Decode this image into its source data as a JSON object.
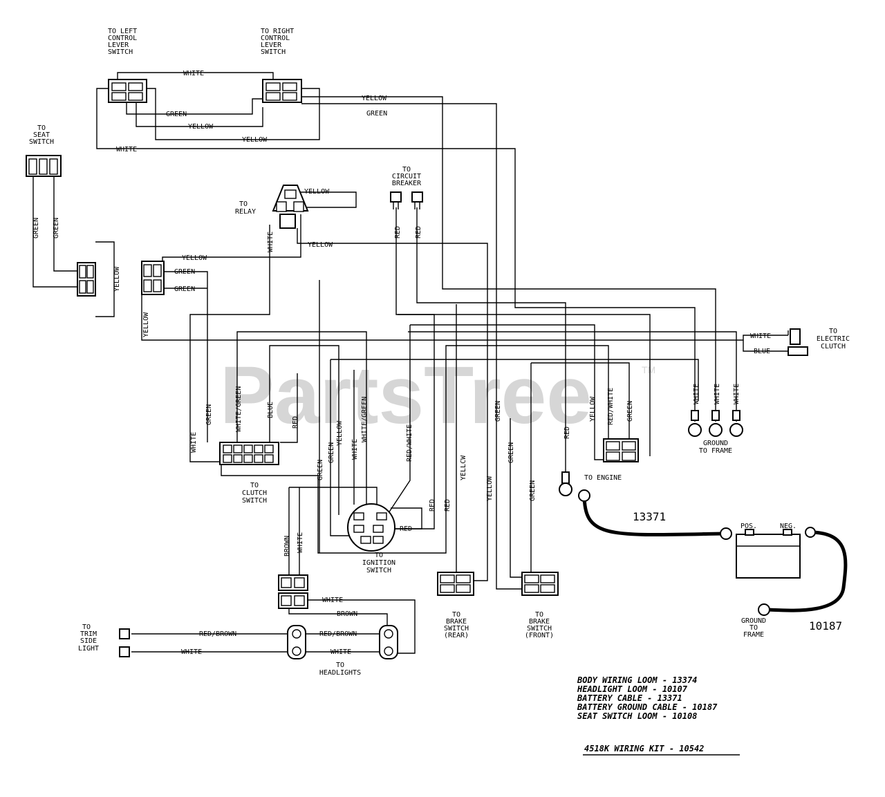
{
  "watermark": {
    "text": "PartsTree",
    "tm": "TM"
  },
  "components": {
    "left_control_lever_switch": [
      "TO LEFT",
      "CONTROL",
      "LEVER",
      "SWITCH"
    ],
    "right_control_lever_switch": [
      "TO RIGHT",
      "CONTROL",
      "LEVER",
      "SWITCH"
    ],
    "seat_switch": [
      "TO",
      "SEAT",
      "SWITCH"
    ],
    "relay": [
      "TO",
      "RELAY"
    ],
    "circuit_breaker": [
      "TO",
      "CIRCUIT",
      "BREAKER"
    ],
    "electric_clutch": [
      "TO",
      "ELECTRIC",
      "CLUTCH"
    ],
    "ground_to_frame": [
      "GROUND",
      "TO FRAME"
    ],
    "engine": "TO ENGINE",
    "clutch_switch": [
      "TO",
      "CLUTCH",
      "SWITCH"
    ],
    "ignition_switch": [
      "TO",
      "IGNITION",
      "SWITCH"
    ],
    "brake_switch_rear": [
      "TO",
      "BRAKE",
      "SWITCH",
      "(REAR)"
    ],
    "brake_switch_front": [
      "TO",
      "BRAKE",
      "SWITCH",
      "(FRONT)"
    ],
    "trim_side_light": [
      "TO",
      "TRIM",
      "SIDE",
      "LIGHT"
    ],
    "headlights": [
      "TO",
      "HEADLIGHTS"
    ],
    "battery": {
      "pos": "POS.",
      "neg": "NEG."
    },
    "battery_ground": [
      "GROUND",
      "TO",
      "FRAME"
    ]
  },
  "wire_labels": {
    "white": "WHITE",
    "yellow": "YELLOW",
    "green": "GREEN",
    "red": "RED",
    "blue": "BLUE",
    "brown": "BROWN",
    "white_green": "WHITE/GREEN",
    "red_white": "RED/WHITE",
    "red_brown": "RED/BROWN",
    "yellow_alt": "YELLCW"
  },
  "part_numbers": {
    "battery_cable": "13371",
    "ground_cable": "10187"
  },
  "legend": [
    "BODY WIRING LOOM - 13374",
    "HEADLIGHT LOOM - 10107",
    "BATTERY CABLE - 13371",
    "BATTERY GROUND CABLE - 10187",
    "SEAT SWITCH LOOM - 10108"
  ],
  "kit_title": "4518K WIRING KIT - 10542"
}
